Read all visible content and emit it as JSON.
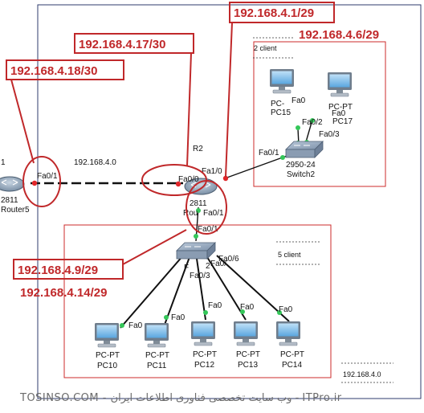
{
  "routers": {
    "r5": {
      "model": "2811",
      "name": "Router5",
      "port_fa01": "Fa0/1",
      "left_num": "1"
    },
    "r2": {
      "label": "R2",
      "model": "2811",
      "name": "Rou",
      "port_fa00": "Fa0/0",
      "port_fa10": "Fa1/0",
      "port_fa01": "Fa0/1"
    }
  },
  "wan_link_label": "192.168.4.0",
  "switch2": {
    "model": "2950-24",
    "name": "Switch2",
    "port_fa01": "Fa0/1",
    "port_fa02": "Fa0/2",
    "port_fa03": "Fa0/3"
  },
  "switch_bottom": {
    "port_fa01": "Fa0/1",
    "port_fa06": "Fa0/6",
    "port_fa03": "Fa0/3",
    "partial_labels": [
      "F",
      "2",
      "Fa0/"
    ]
  },
  "pc15": {
    "type": "PC-",
    "name": "PC15",
    "port": "Fa0"
  },
  "pc17": {
    "type": "PC-PT",
    "name": "PC17",
    "port": "Fa0"
  },
  "bottom_pcs": [
    {
      "type": "PC-PT",
      "name": "PC10",
      "port": "Fa0"
    },
    {
      "type": "PC-PT",
      "name": "PC11",
      "port": "Fa0"
    },
    {
      "type": "PC-PT",
      "name": "PC12",
      "port": "Fa0"
    },
    {
      "type": "PC-PT",
      "name": "PC13",
      "port": "Fa0"
    },
    {
      "type": "PC-PT",
      "name": "PC14",
      "port": "Fa0"
    }
  ],
  "notes": {
    "two_client": "2 client",
    "five_client": "5 client",
    "bottom_network": "192.168.4.0"
  },
  "ip_callouts": {
    "ip_4_1": "192.168.4.1/29",
    "ip_4_6": "192.168.4.6/29",
    "ip_4_17": "192.168.4.17/30",
    "ip_4_18": "192.168.4.18/30",
    "ip_4_9": "192.168.4.9/29",
    "ip_4_14": "192.168.4.14/29"
  },
  "watermark": "TOSINSO.COM - وب سایت تخصصی فناوری اطلاعات ایران - ITPro.ir",
  "colors": {
    "callout_red": "#c0282a",
    "area_border": "#cc2b2b",
    "outer_border": "#2f3b6e",
    "link_dot": "#34c759"
  },
  "icons": {
    "router": "router-icon",
    "switch": "switch-icon",
    "pc": "pc-icon"
  }
}
